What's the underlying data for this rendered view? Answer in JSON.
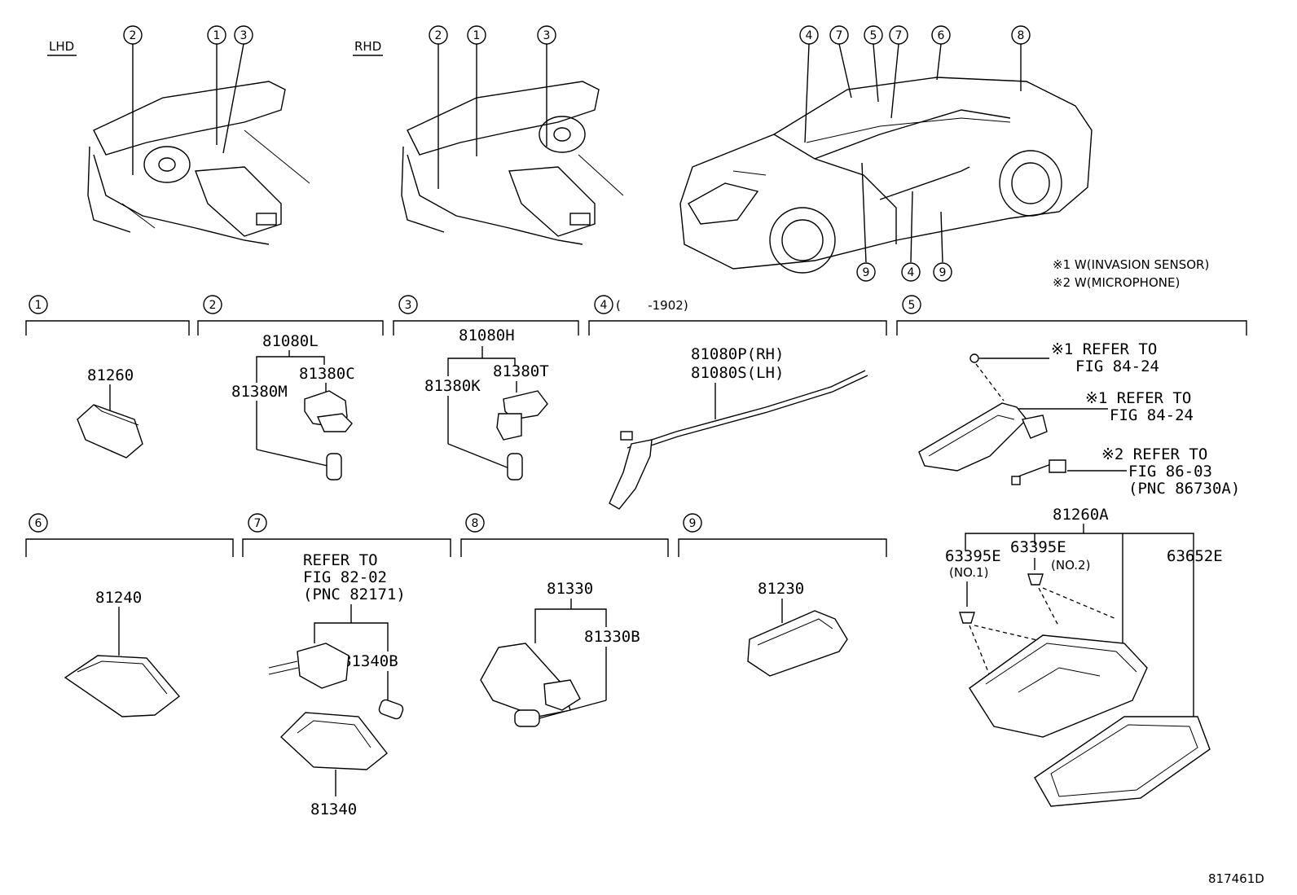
{
  "header": {
    "lhd": "LHD",
    "rhd": "RHD",
    "note1": "※1 W(INVASION SENSOR)",
    "note2": "※2 W(MICROPHONE)"
  },
  "callouts": {
    "lhd": [
      "2",
      "1",
      "3"
    ],
    "rhd": [
      "2",
      "1",
      "3"
    ],
    "car_top": [
      "4",
      "7",
      "5",
      "7",
      "6",
      "8"
    ],
    "car_bottom": [
      "9",
      "4",
      "9"
    ]
  },
  "sections": {
    "s1": {
      "num": "1",
      "parts": [
        "81260"
      ]
    },
    "s2": {
      "num": "2",
      "parts": [
        "81080L",
        "81380M",
        "81380C"
      ]
    },
    "s3": {
      "num": "3",
      "parts": [
        "81080H",
        "81380K",
        "81380T"
      ]
    },
    "s4": {
      "num": "4",
      "suffix": "(       -1902)",
      "parts": [
        "81080P(RH)",
        "81080S(LH)"
      ]
    },
    "s5": {
      "num": "5",
      "refs": [
        "※1 REFER TO",
        "FIG 84-24",
        "※1 REFER TO",
        "FIG 84-24",
        "※2 REFER TO",
        "FIG 86-03",
        "(PNC 86730A)"
      ]
    },
    "s6": {
      "num": "6",
      "parts": [
        "81240"
      ]
    },
    "s7": {
      "num": "7",
      "refs": [
        "REFER TO",
        "FIG 82-02",
        "(PNC 82171)"
      ],
      "parts": [
        "81340B",
        "81340"
      ]
    },
    "s8": {
      "num": "8",
      "parts": [
        "81330",
        "81330B"
      ]
    },
    "s9": {
      "num": "9",
      "parts": [
        "81230"
      ]
    },
    "s10": {
      "parts": [
        "81260A",
        "63395E",
        "63395E",
        "63652E"
      ],
      "notes": [
        "(NO.1)",
        "(NO.2)"
      ]
    }
  },
  "footer": {
    "code": "817461D"
  }
}
